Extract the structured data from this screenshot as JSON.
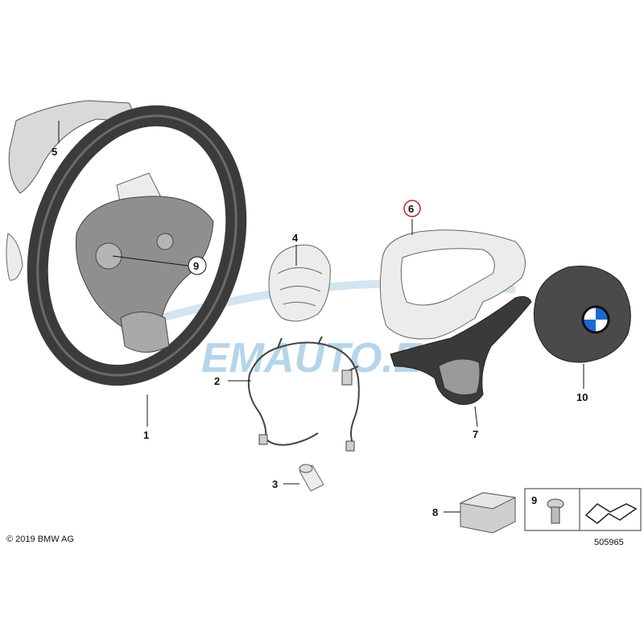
{
  "diagram": {
    "watermark": "EMAUTO.EU",
    "copyright": "© 2019 BMW AG",
    "image_number": "505965",
    "callouts": [
      {
        "id": "1",
        "label": "1"
      },
      {
        "id": "2",
        "label": "2"
      },
      {
        "id": "3",
        "label": "3"
      },
      {
        "id": "4",
        "label": "4"
      },
      {
        "id": "5",
        "label": "5"
      },
      {
        "id": "6",
        "label": "6",
        "highlighted": true,
        "highlight_color": "#cc2222"
      },
      {
        "id": "7",
        "label": "7"
      },
      {
        "id": "8",
        "label": "8"
      },
      {
        "id": "9",
        "label": "9"
      },
      {
        "id": "10",
        "label": "10"
      }
    ],
    "legend_box": {
      "bolt_label": "9"
    },
    "icons": [
      "steering-wheel",
      "wire-harness",
      "connector",
      "shield-bracket",
      "paddle-shifter",
      "trim-bezel",
      "trim-cover",
      "pad-block",
      "airbag-module",
      "bolt",
      "arrow-symbol"
    ]
  }
}
